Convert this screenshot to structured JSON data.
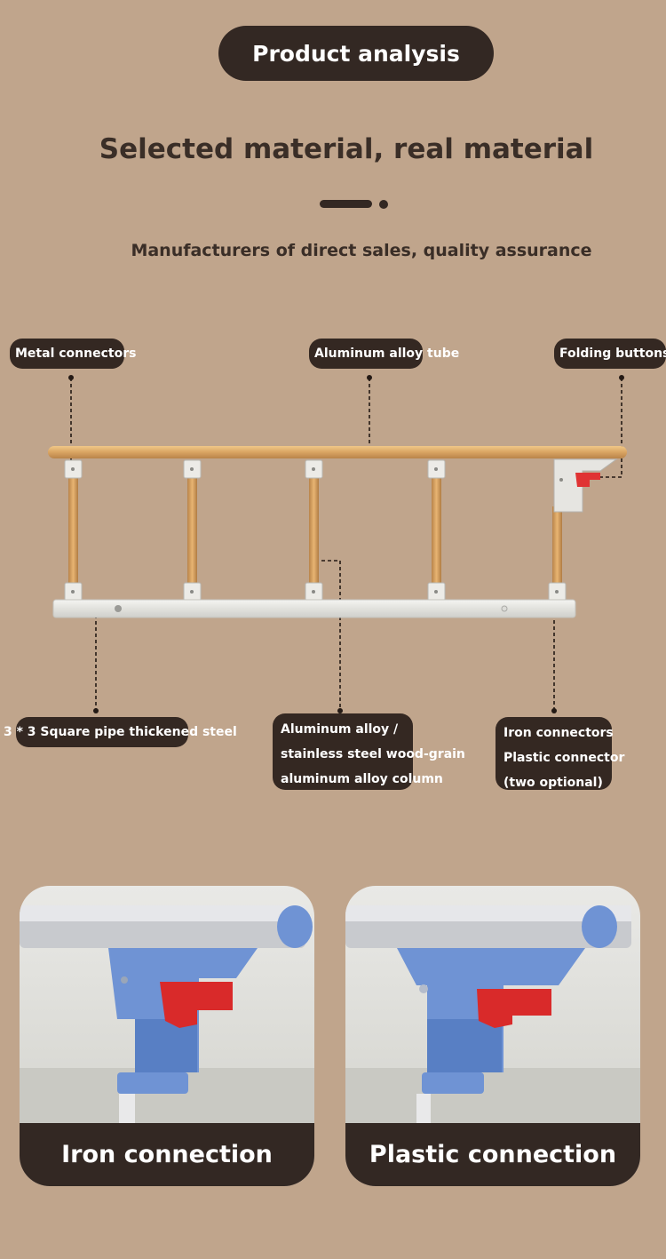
{
  "header": {
    "pill_title": "Product analysis",
    "headline": "Selected material, real material",
    "subline": "Manufacturers of direct sales, quality assurance"
  },
  "callouts": {
    "metal_connectors": "Metal connectors",
    "aluminum_tube": "Aluminum alloy tube",
    "folding_buttons": "Folding buttons",
    "square_pipe": "3 * 3 Square pipe thickened steel",
    "column_line1": "Aluminum alloy /",
    "column_line2": "stainless steel wood-grain",
    "column_line3": "aluminum alloy column",
    "connectors_line1": "Iron connectors",
    "connectors_line2": "Plastic connector",
    "connectors_line3": "(two optional)"
  },
  "photos": [
    {
      "caption": "Iron connection"
    },
    {
      "caption": "Plastic connection"
    }
  ],
  "colors": {
    "background": "#c0a58c",
    "dark_brown": "#332823",
    "wood": "#d9a462",
    "accent_red": "#e03333",
    "bracket_blue": "#6f93d4"
  }
}
